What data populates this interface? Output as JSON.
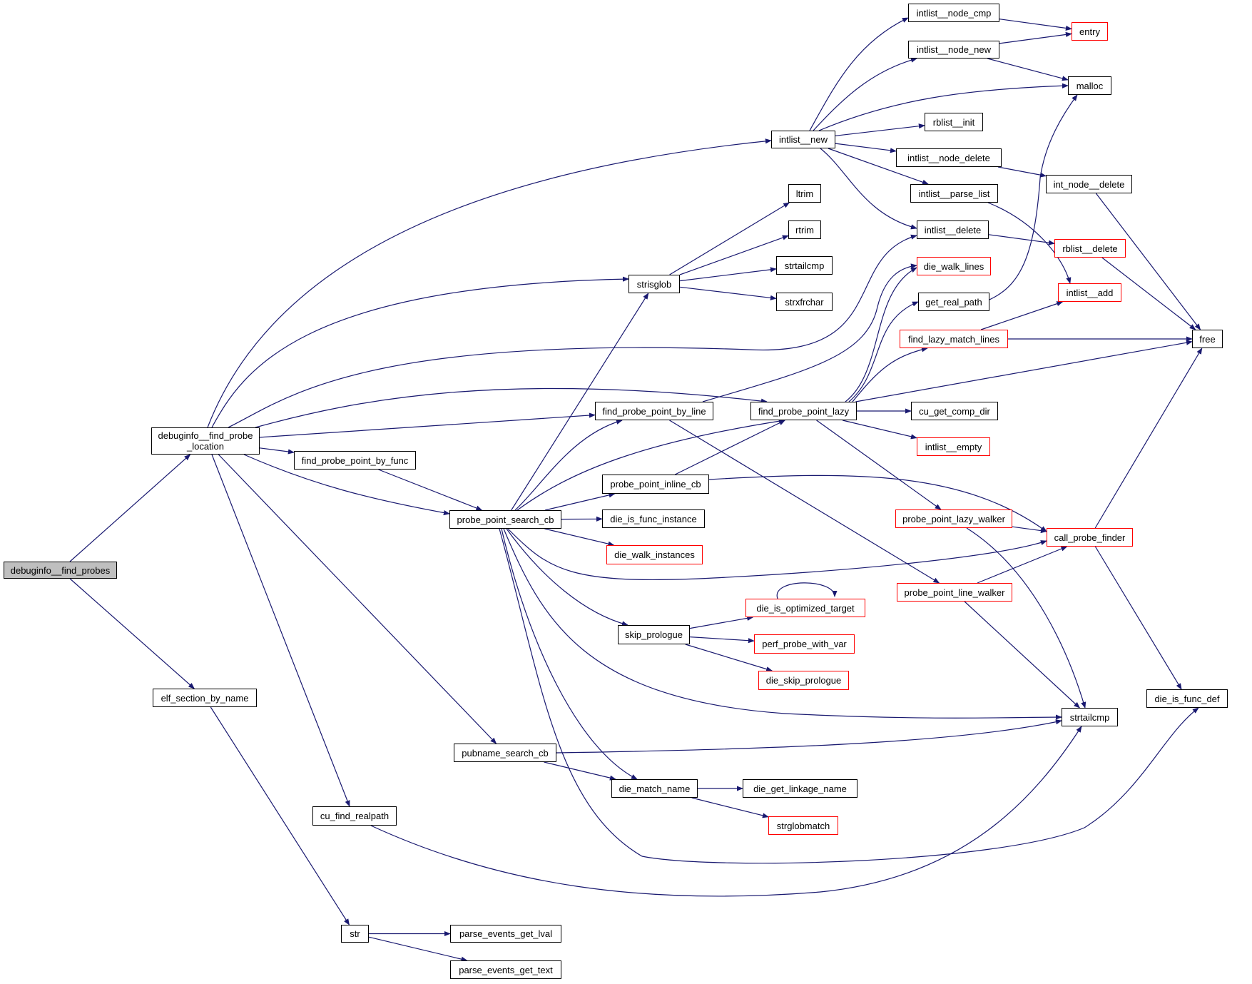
{
  "title": "debuginfo__find_probes call graph",
  "colors": {
    "edge": "#191970",
    "node_border": "#000000",
    "truncated_border": "#ff0000",
    "root_fill": "#bfbfbf",
    "node_fill": "#ffffff"
  },
  "nodes": [
    {
      "id": "debuginfo__find_probes",
      "label": "debuginfo__find_probes",
      "kind": "root"
    },
    {
      "id": "debuginfo__find_probe_location",
      "label": "debuginfo__find_probe\n_location",
      "kind": "normal"
    },
    {
      "id": "elf_section_by_name",
      "label": "elf_section_by_name",
      "kind": "normal"
    },
    {
      "id": "cu_find_realpath",
      "label": "cu_find_realpath",
      "kind": "normal"
    },
    {
      "id": "str",
      "label": "str",
      "kind": "normal"
    },
    {
      "id": "parse_events_get_lval",
      "label": "parse_events_get_lval",
      "kind": "normal"
    },
    {
      "id": "parse_events_get_text",
      "label": "parse_events_get_text",
      "kind": "normal"
    },
    {
      "id": "find_probe_point_by_func",
      "label": "find_probe_point_by_func",
      "kind": "normal"
    },
    {
      "id": "probe_point_search_cb",
      "label": "probe_point_search_cb",
      "kind": "normal"
    },
    {
      "id": "pubname_search_cb",
      "label": "pubname_search_cb",
      "kind": "normal"
    },
    {
      "id": "strisglob",
      "label": "strisglob",
      "kind": "normal"
    },
    {
      "id": "ltrim",
      "label": "ltrim",
      "kind": "normal"
    },
    {
      "id": "rtrim",
      "label": "rtrim",
      "kind": "normal"
    },
    {
      "id": "strtailcmp_top",
      "label": "strtailcmp",
      "kind": "normal"
    },
    {
      "id": "strxfrchar",
      "label": "strxfrchar",
      "kind": "normal"
    },
    {
      "id": "find_probe_point_by_line",
      "label": "find_probe_point_by_line",
      "kind": "normal"
    },
    {
      "id": "find_probe_point_lazy",
      "label": "find_probe_point_lazy",
      "kind": "normal"
    },
    {
      "id": "probe_point_inline_cb",
      "label": "probe_point_inline_cb",
      "kind": "normal"
    },
    {
      "id": "die_is_func_instance",
      "label": "die_is_func_instance",
      "kind": "normal"
    },
    {
      "id": "die_walk_instances",
      "label": "die_walk_instances",
      "kind": "truncated"
    },
    {
      "id": "skip_prologue",
      "label": "skip_prologue",
      "kind": "normal"
    },
    {
      "id": "die_match_name",
      "label": "die_match_name",
      "kind": "normal"
    },
    {
      "id": "die_get_linkage_name",
      "label": "die_get_linkage_name",
      "kind": "normal"
    },
    {
      "id": "strglobmatch",
      "label": "strglobmatch",
      "kind": "truncated"
    },
    {
      "id": "die_is_optimized_target",
      "label": "die_is_optimized_target",
      "kind": "truncated"
    },
    {
      "id": "perf_probe_with_var",
      "label": "perf_probe_with_var",
      "kind": "truncated"
    },
    {
      "id": "die_skip_prologue",
      "label": "die_skip_prologue",
      "kind": "truncated"
    },
    {
      "id": "intlist__new",
      "label": "intlist__new",
      "kind": "normal"
    },
    {
      "id": "intlist__node_cmp",
      "label": "intlist__node_cmp",
      "kind": "normal"
    },
    {
      "id": "intlist__node_new",
      "label": "intlist__node_new",
      "kind": "normal"
    },
    {
      "id": "entry",
      "label": "entry",
      "kind": "truncated"
    },
    {
      "id": "malloc",
      "label": "malloc",
      "kind": "normal"
    },
    {
      "id": "rblist__init",
      "label": "rblist__init",
      "kind": "normal"
    },
    {
      "id": "intlist__node_delete",
      "label": "intlist__node_delete",
      "kind": "normal"
    },
    {
      "id": "intlist__parse_list",
      "label": "intlist__parse_list",
      "kind": "normal"
    },
    {
      "id": "intlist__delete",
      "label": "intlist__delete",
      "kind": "normal"
    },
    {
      "id": "int_node__delete",
      "label": "int_node__delete",
      "kind": "normal"
    },
    {
      "id": "rblist__delete",
      "label": "rblist__delete",
      "kind": "truncated"
    },
    {
      "id": "intlist__add",
      "label": "intlist__add",
      "kind": "truncated"
    },
    {
      "id": "free",
      "label": "free",
      "kind": "normal"
    },
    {
      "id": "die_walk_lines",
      "label": "die_walk_lines",
      "kind": "truncated"
    },
    {
      "id": "get_real_path",
      "label": "get_real_path",
      "kind": "normal"
    },
    {
      "id": "find_lazy_match_lines",
      "label": "find_lazy_match_lines",
      "kind": "truncated"
    },
    {
      "id": "cu_get_comp_dir",
      "label": "cu_get_comp_dir",
      "kind": "normal"
    },
    {
      "id": "intlist__empty",
      "label": "intlist__empty",
      "kind": "truncated"
    },
    {
      "id": "probe_point_lazy_walker",
      "label": "probe_point_lazy_walker",
      "kind": "truncated"
    },
    {
      "id": "probe_point_line_walker",
      "label": "probe_point_line_walker",
      "kind": "truncated"
    },
    {
      "id": "call_probe_finder",
      "label": "call_probe_finder",
      "kind": "truncated"
    },
    {
      "id": "strtailcmp_bottom",
      "label": "strtailcmp",
      "kind": "normal"
    },
    {
      "id": "die_is_func_def",
      "label": "die_is_func_def",
      "kind": "normal"
    }
  ],
  "edges": [
    [
      "debuginfo__find_probes",
      "debuginfo__find_probe_location"
    ],
    [
      "debuginfo__find_probes",
      "elf_section_by_name"
    ],
    [
      "elf_section_by_name",
      "str"
    ],
    [
      "str",
      "parse_events_get_lval"
    ],
    [
      "str",
      "parse_events_get_text"
    ],
    [
      "debuginfo__find_probe_location",
      "intlist__new"
    ],
    [
      "debuginfo__find_probe_location",
      "strisglob"
    ],
    [
      "debuginfo__find_probe_location",
      "intlist__delete"
    ],
    [
      "debuginfo__find_probe_location",
      "find_probe_point_lazy"
    ],
    [
      "debuginfo__find_probe_location",
      "find_probe_point_by_line"
    ],
    [
      "debuginfo__find_probe_location",
      "find_probe_point_by_func"
    ],
    [
      "debuginfo__find_probe_location",
      "probe_point_search_cb"
    ],
    [
      "debuginfo__find_probe_location",
      "pubname_search_cb"
    ],
    [
      "debuginfo__find_probe_location",
      "cu_find_realpath"
    ],
    [
      "cu_find_realpath",
      "strtailcmp_bottom"
    ],
    [
      "find_probe_point_by_func",
      "probe_point_search_cb"
    ],
    [
      "probe_point_search_cb",
      "strisglob"
    ],
    [
      "probe_point_search_cb",
      "find_probe_point_by_line"
    ],
    [
      "probe_point_search_cb",
      "find_probe_point_lazy"
    ],
    [
      "probe_point_search_cb",
      "probe_point_inline_cb"
    ],
    [
      "probe_point_search_cb",
      "die_is_func_instance"
    ],
    [
      "probe_point_search_cb",
      "die_walk_instances"
    ],
    [
      "probe_point_search_cb",
      "call_probe_finder"
    ],
    [
      "probe_point_search_cb",
      "skip_prologue"
    ],
    [
      "probe_point_search_cb",
      "strtailcmp_bottom"
    ],
    [
      "probe_point_search_cb",
      "die_match_name"
    ],
    [
      "probe_point_search_cb",
      "die_is_func_def"
    ],
    [
      "pubname_search_cb",
      "strtailcmp_bottom"
    ],
    [
      "pubname_search_cb",
      "die_match_name"
    ],
    [
      "die_match_name",
      "die_get_linkage_name"
    ],
    [
      "die_match_name",
      "strglobmatch"
    ],
    [
      "skip_prologue",
      "die_is_optimized_target"
    ],
    [
      "skip_prologue",
      "perf_probe_with_var"
    ],
    [
      "skip_prologue",
      "die_skip_prologue"
    ],
    [
      "die_is_optimized_target",
      "die_is_optimized_target"
    ],
    [
      "strisglob",
      "ltrim"
    ],
    [
      "strisglob",
      "rtrim"
    ],
    [
      "strisglob",
      "strtailcmp_top"
    ],
    [
      "strisglob",
      "strxfrchar"
    ],
    [
      "find_probe_point_by_line",
      "die_walk_lines"
    ],
    [
      "find_probe_point_by_line",
      "probe_point_line_walker"
    ],
    [
      "probe_point_inline_cb",
      "find_probe_point_lazy"
    ],
    [
      "probe_point_inline_cb",
      "call_probe_finder"
    ],
    [
      "find_probe_point_lazy",
      "die_walk_lines"
    ],
    [
      "find_probe_point_lazy",
      "get_real_path"
    ],
    [
      "find_probe_point_lazy",
      "find_lazy_match_lines"
    ],
    [
      "find_probe_point_lazy",
      "free"
    ],
    [
      "find_probe_point_lazy",
      "cu_get_comp_dir"
    ],
    [
      "find_probe_point_lazy",
      "intlist__empty"
    ],
    [
      "find_probe_point_lazy",
      "probe_point_lazy_walker"
    ],
    [
      "intlist__new",
      "intlist__node_cmp"
    ],
    [
      "intlist__new",
      "intlist__node_new"
    ],
    [
      "intlist__new",
      "malloc"
    ],
    [
      "intlist__new",
      "rblist__init"
    ],
    [
      "intlist__new",
      "intlist__node_delete"
    ],
    [
      "intlist__new",
      "intlist__parse_list"
    ],
    [
      "intlist__new",
      "intlist__delete"
    ],
    [
      "intlist__node_cmp",
      "entry"
    ],
    [
      "intlist__node_new",
      "entry"
    ],
    [
      "intlist__node_new",
      "malloc"
    ],
    [
      "intlist__node_delete",
      "int_node__delete"
    ],
    [
      "int_node__delete",
      "free"
    ],
    [
      "intlist__parse_list",
      "intlist__add"
    ],
    [
      "intlist__delete",
      "rblist__delete"
    ],
    [
      "rblist__delete",
      "free"
    ],
    [
      "get_real_path",
      "malloc"
    ],
    [
      "find_lazy_match_lines",
      "intlist__add"
    ],
    [
      "find_lazy_match_lines",
      "free"
    ],
    [
      "probe_point_lazy_walker",
      "call_probe_finder"
    ],
    [
      "probe_point_lazy_walker",
      "strtailcmp_bottom"
    ],
    [
      "probe_point_line_walker",
      "call_probe_finder"
    ],
    [
      "probe_point_line_walker",
      "strtailcmp_bottom"
    ],
    [
      "call_probe_finder",
      "free"
    ],
    [
      "call_probe_finder",
      "die_is_func_def"
    ]
  ]
}
